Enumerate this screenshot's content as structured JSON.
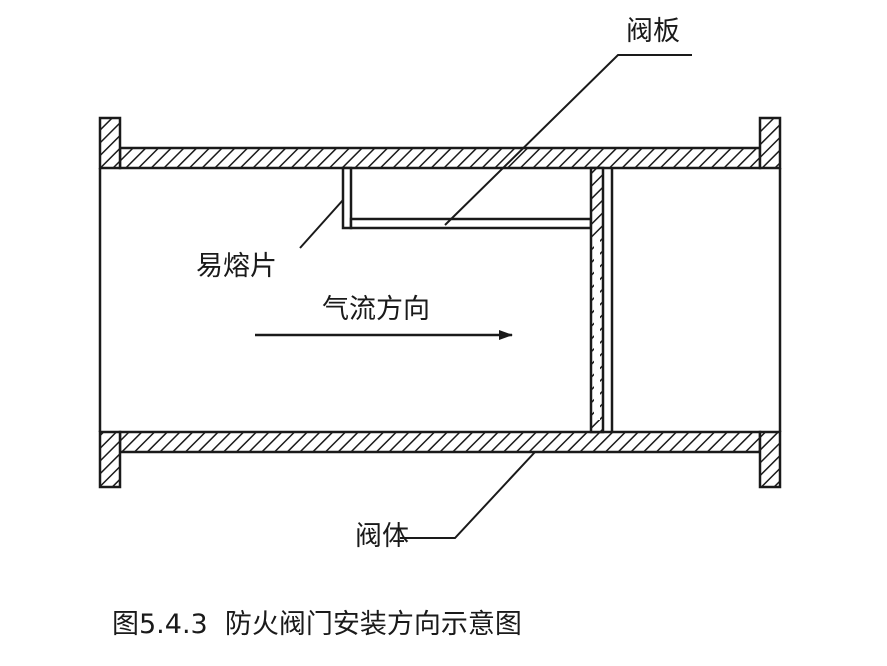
{
  "labels": {
    "valve_plate": "阀板",
    "fusible_link": "易熔片",
    "airflow_direction": "气流方向",
    "valve_body": "阀体"
  },
  "caption": "图5.4.3  防火阀门安装方向示意图"
}
